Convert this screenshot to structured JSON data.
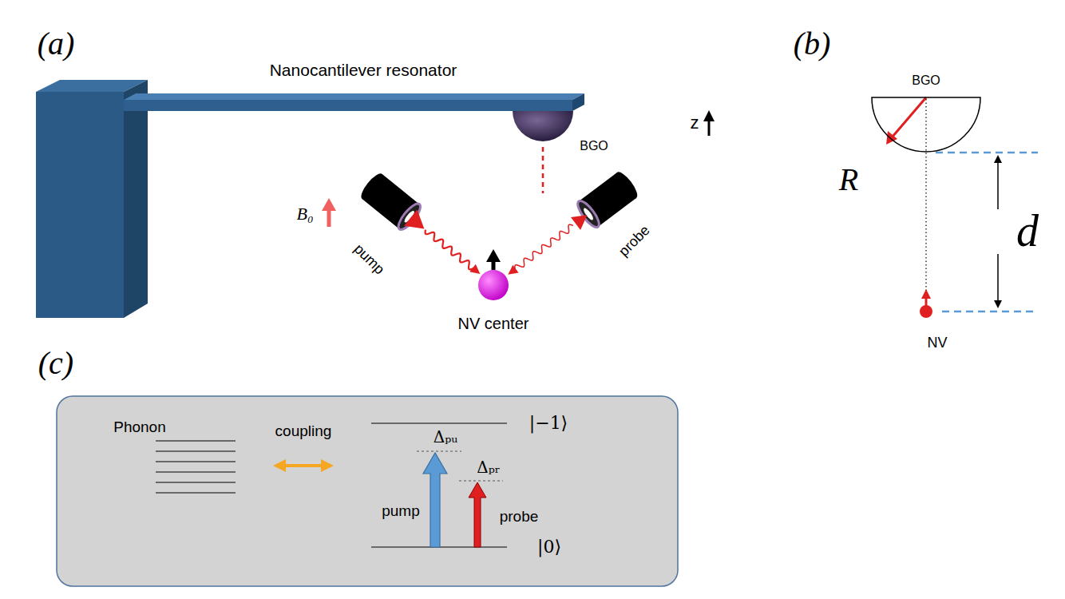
{
  "diagram": {
    "nodes": [
      {
        "text": [
          "Phonon",
          "coupling",
          "|−1⟩",
          "|0⟩",
          "Δₚᵤ",
          "Δₚᵣ",
          "pump",
          "probe"
        ]
      },
      {
        "text": [
          "BGO"
        ]
      }
    ],
    "labels": [
      "(a)",
      "Nanocantilever resonator",
      "BGO",
      "z",
      "B₀",
      "pump",
      "probe",
      "NV center",
      "(b)",
      "R",
      "d",
      "NV",
      "(c)"
    ]
  }
}
